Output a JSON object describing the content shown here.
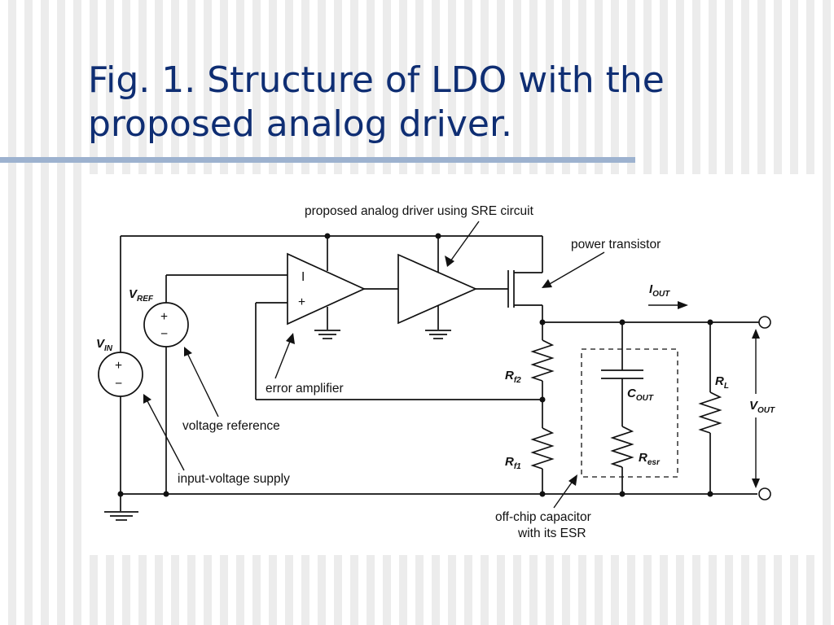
{
  "slide": {
    "title": "Fig. 1. Structure of LDO with the proposed analog driver."
  },
  "diagram": {
    "annotations": {
      "driver": "proposed analog driver using SRE circuit",
      "power_transistor": "power transistor",
      "error_amplifier": "error amplifier",
      "voltage_reference": "voltage reference",
      "input_supply": "input-voltage supply",
      "offchip_line1": "off-chip capacitor",
      "offchip_line2": "with its ESR"
    },
    "components": {
      "vin": {
        "main": "V",
        "sub": "IN"
      },
      "vref": {
        "main": "V",
        "sub": "REF"
      },
      "iout": {
        "main": "I",
        "sub": "OUT"
      },
      "rf2": {
        "main": "R",
        "sub": "f2"
      },
      "rf1": {
        "main": "R",
        "sub": "f1"
      },
      "cout": {
        "main": "C",
        "sub": "OUT"
      },
      "resr": {
        "main": "R",
        "sub": "esr"
      },
      "rl": {
        "main": "R",
        "sub": "L"
      },
      "vout": {
        "main": "V",
        "sub": "OUT"
      }
    },
    "signs": {
      "plus": "+",
      "minus": "−",
      "amp_minus": "I",
      "amp_plus": "+"
    }
  }
}
